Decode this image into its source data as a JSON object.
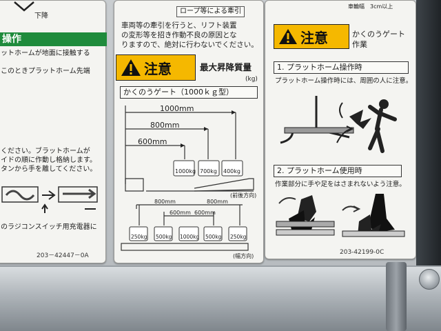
{
  "left_label": {
    "top_frag": "下降",
    "heading": "操作",
    "lines": [
      "ットホームが地面に接触する",
      "このときプラットホーム先端",
      "ください。ブラットホームが",
      "イドの順に作動し格納します。",
      "タンから手を離してください。"
    ],
    "footer_frag": "のラジコンスイッチ用充電器に",
    "code": "203－42447－0A"
  },
  "center_label": {
    "top_title": "ロープ等による牽引",
    "paragraph": [
      "車両等の牽引を行うと、リフト装置",
      "の変形等を招き作動不良の原因とな",
      "りますので、絶対に行わないでください。"
    ],
    "warning": "注意",
    "max_load_title": "最大昇降質量",
    "max_load_unit": "(kg)",
    "gate_title": "かくのうゲート（1000ｋｇ型）",
    "dims_top": [
      "1000mm",
      "800mm",
      "600mm"
    ],
    "weights_top": [
      "1000kg",
      "700kg",
      "400kg"
    ],
    "front_back": "(前後方向)",
    "dims_bottom": [
      "800mm",
      "600mm",
      "600mm",
      "800mm"
    ],
    "weights_bottom": [
      "250kg",
      "500kg",
      "1000kg",
      "500kg",
      "250kg"
    ],
    "width_dir": "(幅方向)"
  },
  "right_label": {
    "top_frag": "車輪幅　3cm以上",
    "warning": "注意",
    "subtitle": [
      "かくのうゲート",
      "作業"
    ],
    "sec1_title": "1. プラットホーム操作時",
    "sec1_text": "プラットホーム操作時には、周囲の人に注意。",
    "sec2_title": "2. プラットホーム使用時",
    "sec2_text": "作業部分に手や足をはさまれないよう注意。",
    "code": "203-42199-0C"
  },
  "colors": {
    "warning_yellow": "#f5b800",
    "heading_green": "#1f8b3c"
  }
}
